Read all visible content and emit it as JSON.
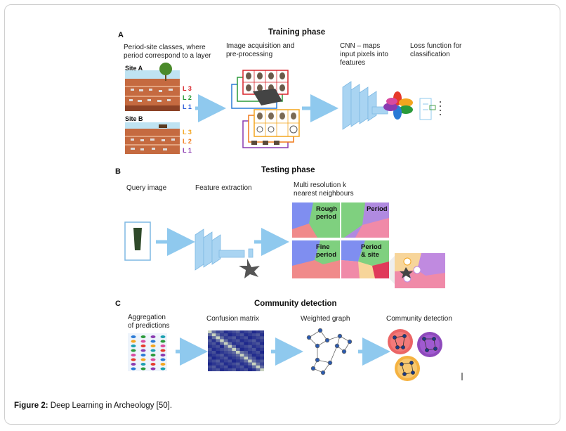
{
  "panel_a": {
    "letter": "A",
    "title": "Training phase",
    "step1": "Period-site classes, where\nperiod correspond to a layer",
    "step2": "Image acquisition and\npre-processing",
    "step3": "CNN – maps\ninput pixels into\nfeatures",
    "step4": "Loss function for\nclassification",
    "site_a": "Site A",
    "site_b": "Site B",
    "site_a_layers": [
      {
        "label": "L 3",
        "color": "#d8242a"
      },
      {
        "label": "L 2",
        "color": "#2a9a3a"
      },
      {
        "label": "L 1",
        "color": "#2d5ed8"
      }
    ],
    "site_b_layers": [
      {
        "label": "L 3",
        "color": "#f3a51e"
      },
      {
        "label": "L 2",
        "color": "#f07a1a"
      },
      {
        "label": "L 1",
        "color": "#8a3ab0"
      }
    ]
  },
  "panel_b": {
    "letter": "B",
    "title": "Testing phase",
    "step1": "Query image",
    "step2": "Feature extraction",
    "step3": "Multi resolution k\nnearest neighbours",
    "voronoi_labels": [
      "Rough\nperiod",
      "Period",
      "Fine\nperiod",
      "Period\n& site"
    ]
  },
  "panel_c": {
    "letter": "C",
    "title": "Community detection",
    "step1": "Aggregation\nof predictions",
    "step2": "Confusion matrix",
    "step3": "Weighted graph",
    "step4": "Community detection"
  },
  "caption": {
    "label": "Figure 2:",
    "text": " Deep Learning in Archeology [50]."
  }
}
